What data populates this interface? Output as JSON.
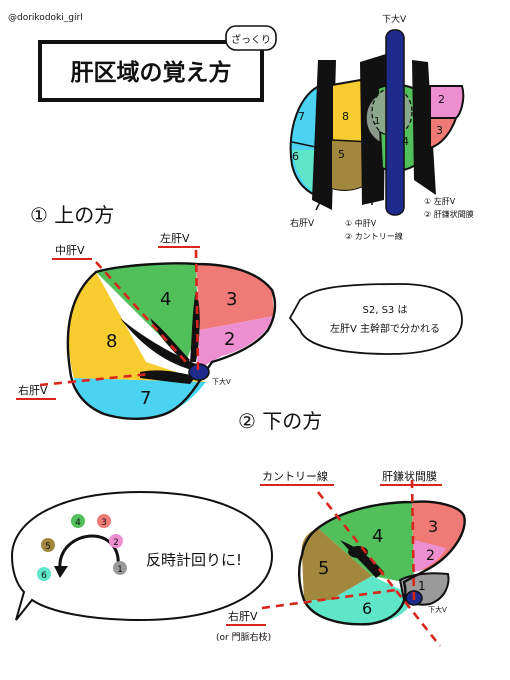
{
  "author": "@dorikodoki_girl",
  "title": "肝区域の覚え方",
  "title_note": "ざっくり",
  "colors": {
    "seg1": "#9a9a9a",
    "seg2": "#ec8ed0",
    "seg3": "#ef7a76",
    "seg4": "#52c05a",
    "seg5": "#a1883c",
    "seg6": "#5fe6c8",
    "seg7": "#4bd3f2",
    "seg8": "#f7cc2e",
    "ivc": "#1e2a8c",
    "accent_red": "#d9261c"
  },
  "overview": {
    "ivc_label": "下大V",
    "right_hv_label": "右肝V",
    "mid_labels": [
      "① 中肝V",
      "② カントリー線"
    ],
    "left_labels": [
      "① 左肝V",
      "② 肝鎌状間膜"
    ],
    "segments": [
      "1",
      "2",
      "3",
      "4",
      "5",
      "6",
      "7",
      "8"
    ]
  },
  "upper": {
    "heading": "① 上の方",
    "mid_hv": "中肝V",
    "left_hv": "左肝V",
    "right_hv": "右肝V",
    "ivc": "下大V",
    "segments": [
      "2",
      "3",
      "4",
      "7",
      "8"
    ],
    "note_line1": "S2, S3 は",
    "note_line2": "左肝V 主幹部で分かれる"
  },
  "lower": {
    "heading": "② 下の方",
    "cantlie": "カントリー線",
    "falciform": "肝鎌状間膜",
    "right_hv": "右肝V",
    "right_hv_note": "(or 門脈右枝)",
    "ivc": "下大V",
    "segments": [
      "1",
      "2",
      "3",
      "4",
      "5",
      "6"
    ]
  },
  "rotation": {
    "label": "反時計回りに!",
    "numbers": [
      "1",
      "2",
      "3",
      "4",
      "5",
      "6"
    ]
  }
}
